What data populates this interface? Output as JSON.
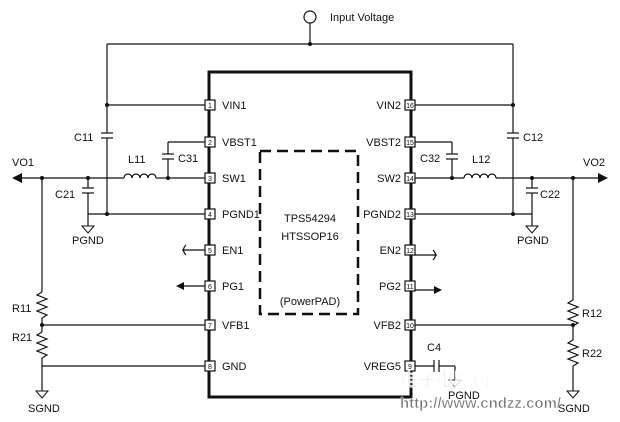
{
  "input_label": "Input Voltage",
  "chip": {
    "part": "TPS54294",
    "package": "HTSSOP16",
    "pad": "(PowerPAD)"
  },
  "pins_left": [
    {
      "num": "1",
      "name": "VIN1"
    },
    {
      "num": "2",
      "name": "VBST1"
    },
    {
      "num": "3",
      "name": "SW1"
    },
    {
      "num": "4",
      "name": "PGND1"
    },
    {
      "num": "5",
      "name": "EN1"
    },
    {
      "num": "6",
      "name": "PG1"
    },
    {
      "num": "7",
      "name": "VFB1"
    },
    {
      "num": "8",
      "name": "GND"
    }
  ],
  "pins_right": [
    {
      "num": "16",
      "name": "VIN2"
    },
    {
      "num": "15",
      "name": "VBST2"
    },
    {
      "num": "14",
      "name": "SW2"
    },
    {
      "num": "13",
      "name": "PGND2"
    },
    {
      "num": "12",
      "name": "EN2"
    },
    {
      "num": "11",
      "name": "PG2"
    },
    {
      "num": "10",
      "name": "VFB2"
    },
    {
      "num": "9",
      "name": "VREG5"
    }
  ],
  "components": {
    "c11": "C11",
    "c12": "C12",
    "c31": "C31",
    "c32": "C32",
    "c21": "C21",
    "c22": "C22",
    "c4": "C4",
    "l11": "L11",
    "l12": "L12",
    "r11": "R11",
    "r21": "R21",
    "r12": "R12",
    "r22": "R22"
  },
  "nets": {
    "vo1": "VO1",
    "vo2": "VO2",
    "pgnd_left": "PGND",
    "pgnd_right": "PGND",
    "pgnd_vreg": "PGND",
    "sgnd_left": "SGND",
    "sgnd_right": "SGND"
  },
  "watermark": {
    "line1": "电子电路网",
    "line2": "http://www.cndzz.com/"
  }
}
